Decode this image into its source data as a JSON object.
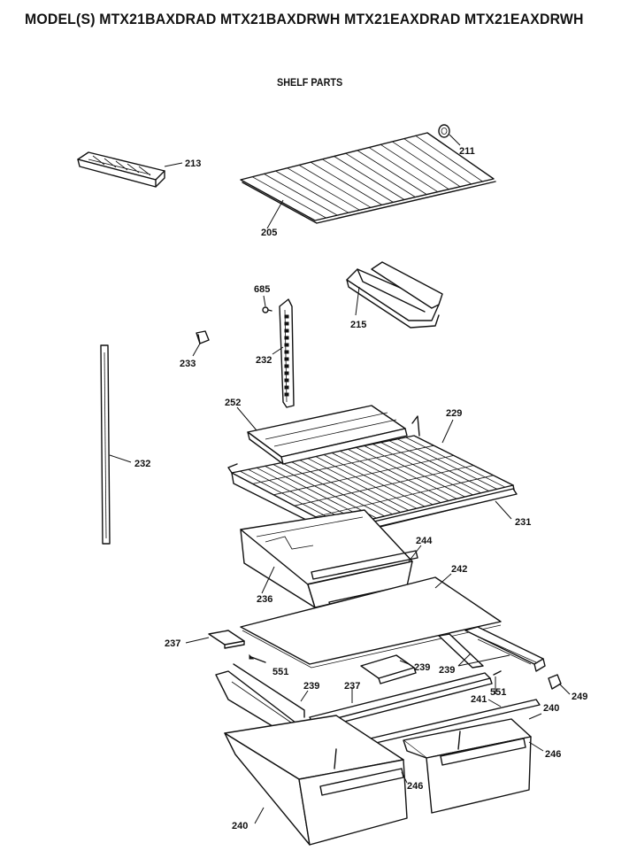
{
  "title": "MODEL(S) MTX21BAXDRAD  MTX21BAXDRWH  MTX21EAXDRAD  MTX21EAXDRWH",
  "subtitle": "SHELF PARTS",
  "parts": [
    {
      "id": "p205",
      "number": "205"
    },
    {
      "id": "p211",
      "number": "211"
    },
    {
      "id": "p213",
      "number": "213"
    },
    {
      "id": "p215",
      "number": "215"
    },
    {
      "id": "p685",
      "number": "685"
    },
    {
      "id": "p233",
      "number": "233"
    },
    {
      "id": "p232a",
      "number": "232"
    },
    {
      "id": "p232b",
      "number": "232"
    },
    {
      "id": "p252",
      "number": "252"
    },
    {
      "id": "p229",
      "number": "229"
    },
    {
      "id": "p231",
      "number": "231"
    },
    {
      "id": "p244",
      "number": "244"
    },
    {
      "id": "p242",
      "number": "242"
    },
    {
      "id": "p236",
      "number": "236"
    },
    {
      "id": "p237a",
      "number": "237"
    },
    {
      "id": "p551a",
      "number": "551"
    },
    {
      "id": "p239a",
      "number": "239"
    },
    {
      "id": "p239b",
      "number": "239"
    },
    {
      "id": "p239c",
      "number": "239"
    },
    {
      "id": "p237b",
      "number": "237"
    },
    {
      "id": "p551b",
      "number": "551"
    },
    {
      "id": "p249",
      "number": "249"
    },
    {
      "id": "p241",
      "number": "241"
    },
    {
      "id": "p240a",
      "number": "240"
    },
    {
      "id": "p246a",
      "number": "246"
    },
    {
      "id": "p246b",
      "number": "246"
    },
    {
      "id": "p240b",
      "number": "240"
    }
  ]
}
